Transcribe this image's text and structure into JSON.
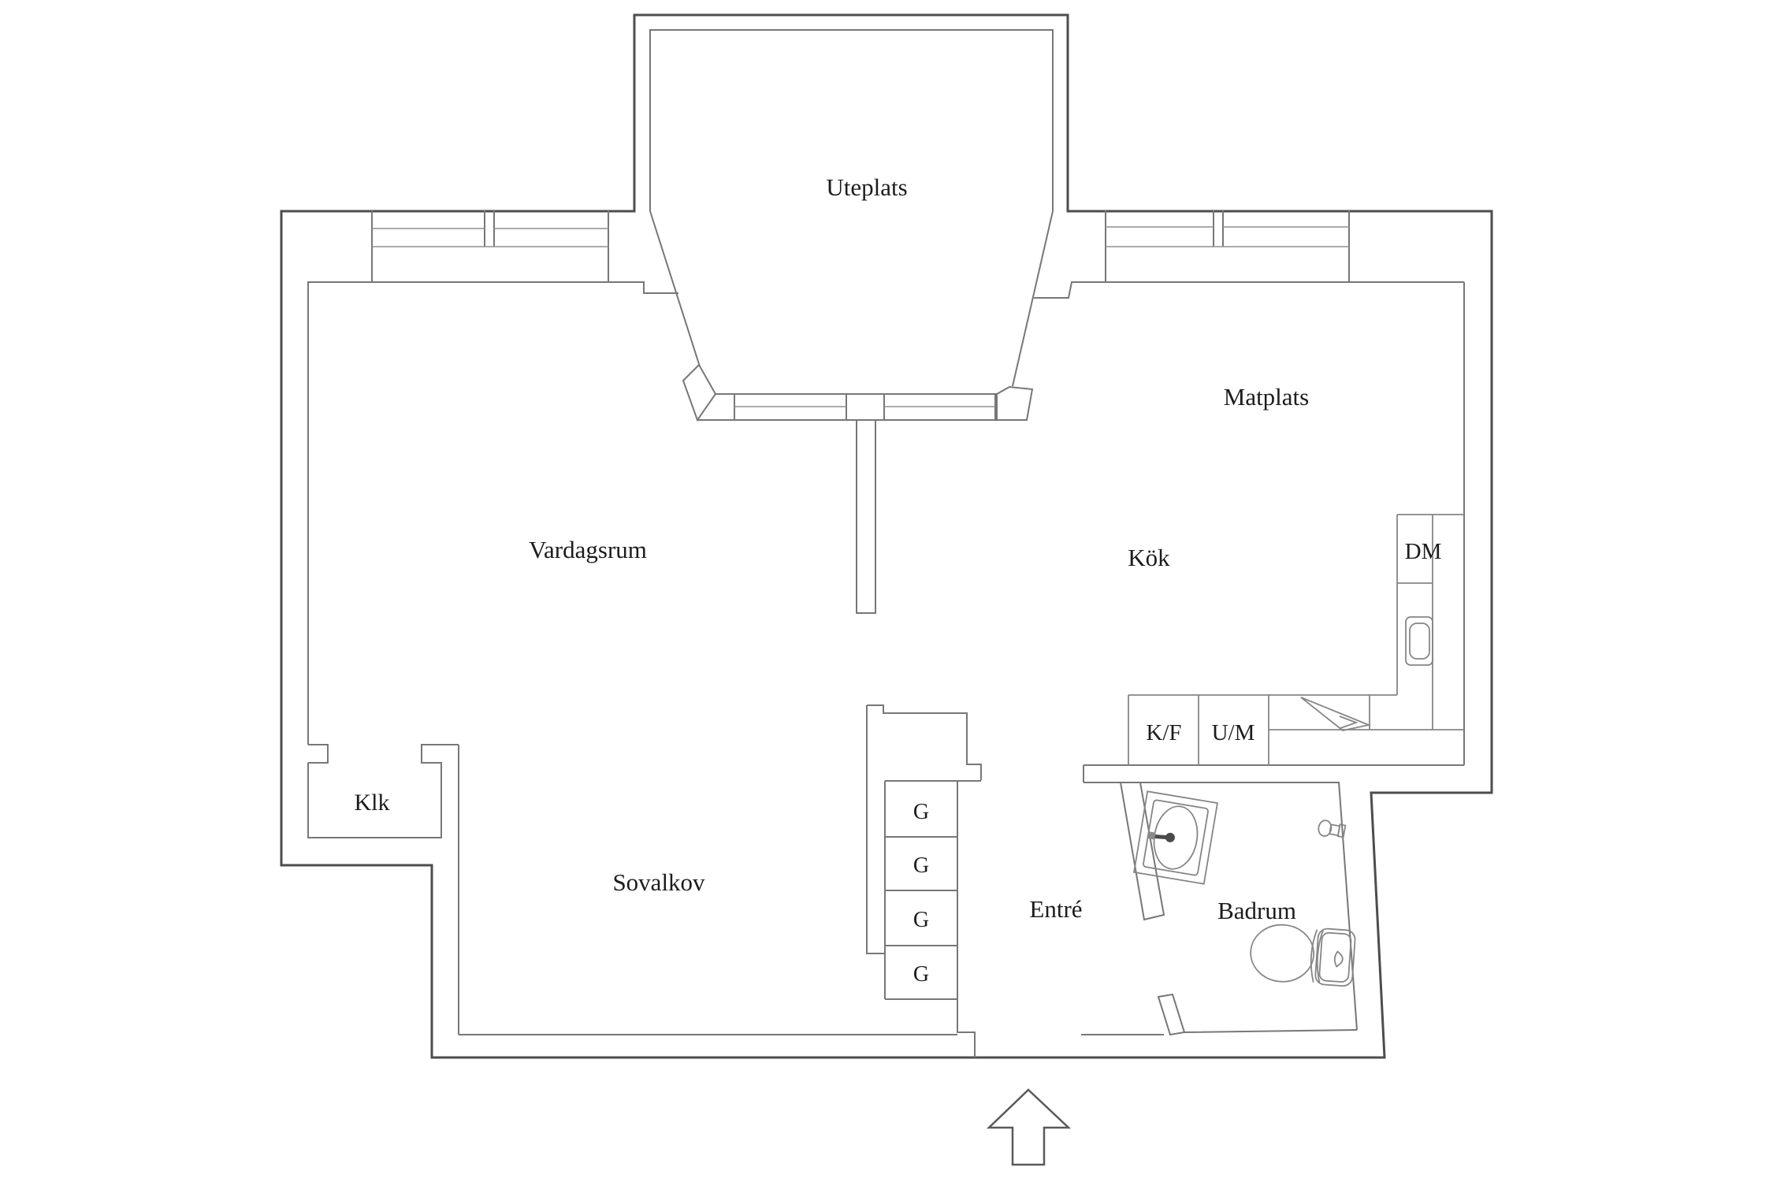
{
  "plan": {
    "title": "apartment-floor-plan",
    "rooms": [
      {
        "id": "uteplats",
        "label": "Uteplats"
      },
      {
        "id": "matplats",
        "label": "Matplats"
      },
      {
        "id": "vardagsrum",
        "label": "Vardagsrum"
      },
      {
        "id": "kok",
        "label": "Kök"
      },
      {
        "id": "sovalkov",
        "label": "Sovalkov"
      },
      {
        "id": "entre",
        "label": "Entré"
      },
      {
        "id": "badrum",
        "label": "Badrum"
      },
      {
        "id": "klk",
        "label": "Klk"
      }
    ],
    "fixtures": [
      {
        "id": "dm",
        "label": "DM"
      },
      {
        "id": "kf",
        "label": "K/F"
      },
      {
        "id": "um",
        "label": "U/M"
      }
    ],
    "wardrobes": [
      {
        "label": "G"
      },
      {
        "label": "G"
      },
      {
        "label": "G"
      },
      {
        "label": "G"
      }
    ],
    "icons": [
      "entrance-arrow-icon",
      "kitchen-sink-icon",
      "corner-cabinet-icon",
      "bathroom-sink-icon",
      "faucet-icon",
      "toilet-icon",
      "door-handle-icon"
    ],
    "colors": {
      "background": "#ffffff",
      "wall_outer": "#4d4d4d",
      "wall_inner": "#777777",
      "fixture": "#868686",
      "text": "#1c1c1c"
    }
  }
}
